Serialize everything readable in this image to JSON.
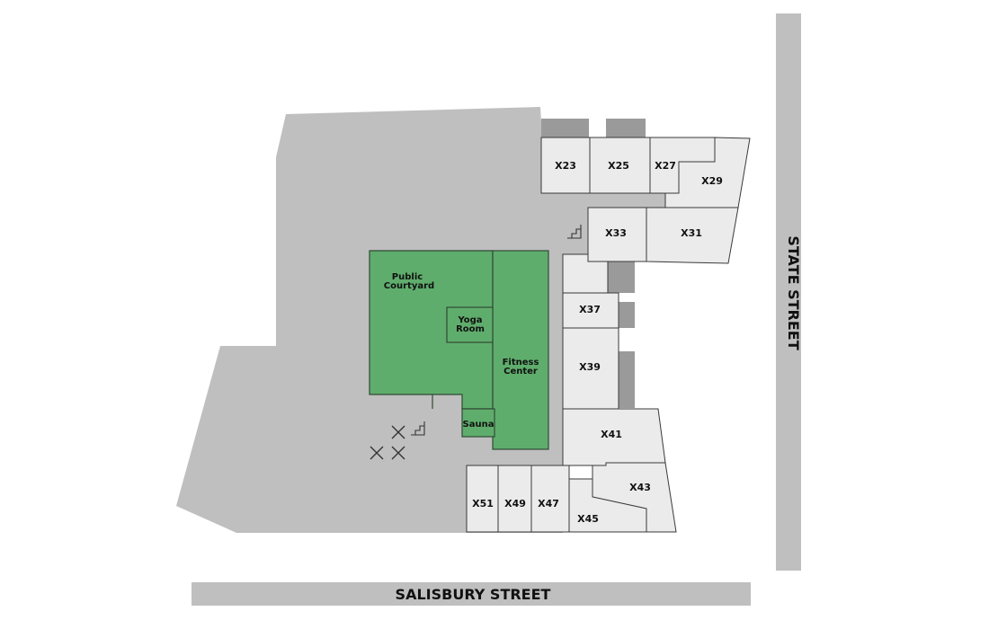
{
  "streets": {
    "south": "SALISBURY STREET",
    "east": "STATE STREET"
  },
  "amenities": {
    "courtyard": [
      "Public",
      "Courtyard"
    ],
    "yoga": [
      "Yoga",
      "Room"
    ],
    "fitness": [
      "Fitness",
      "Center"
    ],
    "sauna": "Sauna"
  },
  "units": {
    "x23": "X23",
    "x25": "X25",
    "x27": "X27",
    "x29": "X29",
    "x31": "X31",
    "x33": "X33",
    "x37": "X37",
    "x39": "X39",
    "x41": "X41",
    "x43": "X43",
    "x45": "X45",
    "x47": "X47",
    "x49": "X49",
    "x51": "X51"
  },
  "colors": {
    "lot": "#bfbfbf",
    "street": "#bfbfbf",
    "unit": "#ebebeb",
    "amenity": "#5fad6c",
    "structure": "#9a9a9a"
  }
}
